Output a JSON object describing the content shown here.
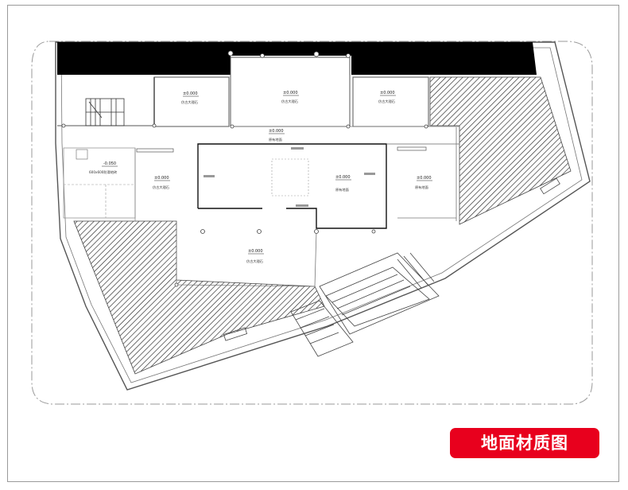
{
  "title_tag": "地面材质图",
  "levels": [
    {
      "id": "lv-top-left",
      "text": "±0.000"
    },
    {
      "id": "lv-top-mid",
      "text": "±0.000"
    },
    {
      "id": "lv-top-right",
      "text": "±0.000"
    },
    {
      "id": "lv-corridor",
      "text": "±0.000"
    },
    {
      "id": "lv-left-small",
      "text": "-0.050"
    },
    {
      "id": "lv-left-room",
      "text": "±0.000"
    },
    {
      "id": "lv-center",
      "text": "±0.000"
    },
    {
      "id": "lv-right",
      "text": "±0.000"
    },
    {
      "id": "lv-bottom",
      "text": "±0.000"
    }
  ],
  "rooms": [
    {
      "id": "rm-top-left",
      "text": "仿古大理石"
    },
    {
      "id": "rm-top-mid",
      "text": "仿古大理石"
    },
    {
      "id": "rm-top-right",
      "text": "仿古大理石"
    },
    {
      "id": "rm-corridor",
      "text": "原有地面"
    },
    {
      "id": "rm-left-small",
      "text": "600x600防滑地砖"
    },
    {
      "id": "rm-left-room",
      "text": "仿古大理石"
    },
    {
      "id": "rm-center",
      "text": "原有地面"
    },
    {
      "id": "rm-right",
      "text": "原有地面"
    },
    {
      "id": "rm-bottom",
      "text": "仿古大理石"
    }
  ]
}
